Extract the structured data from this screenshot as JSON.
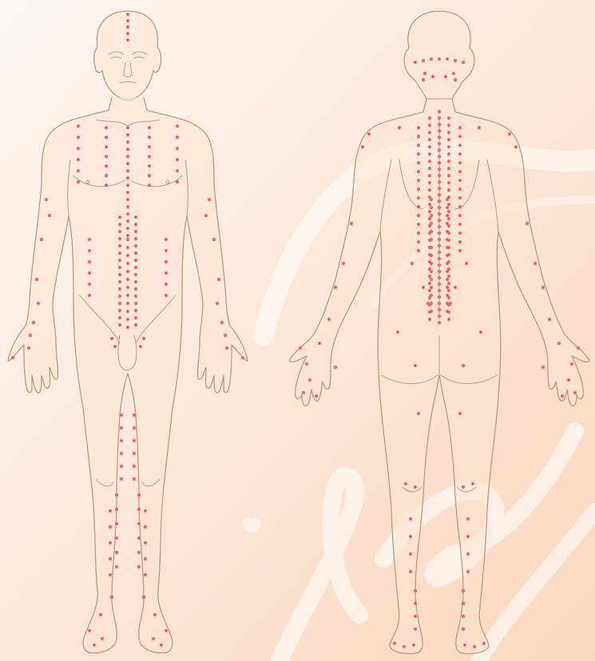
{
  "figures": [
    {
      "id": "front",
      "view": "front"
    },
    {
      "id": "back",
      "view": "back"
    }
  ],
  "colors": {
    "background_light": "#fdf6f0",
    "background_warm": "#fbd9c2",
    "skin": "#fde3d0",
    "outline": "#b89a7e",
    "acupoint": "#f0606e",
    "watermark": "#ffffff"
  },
  "acupoint_style": "small red dots"
}
